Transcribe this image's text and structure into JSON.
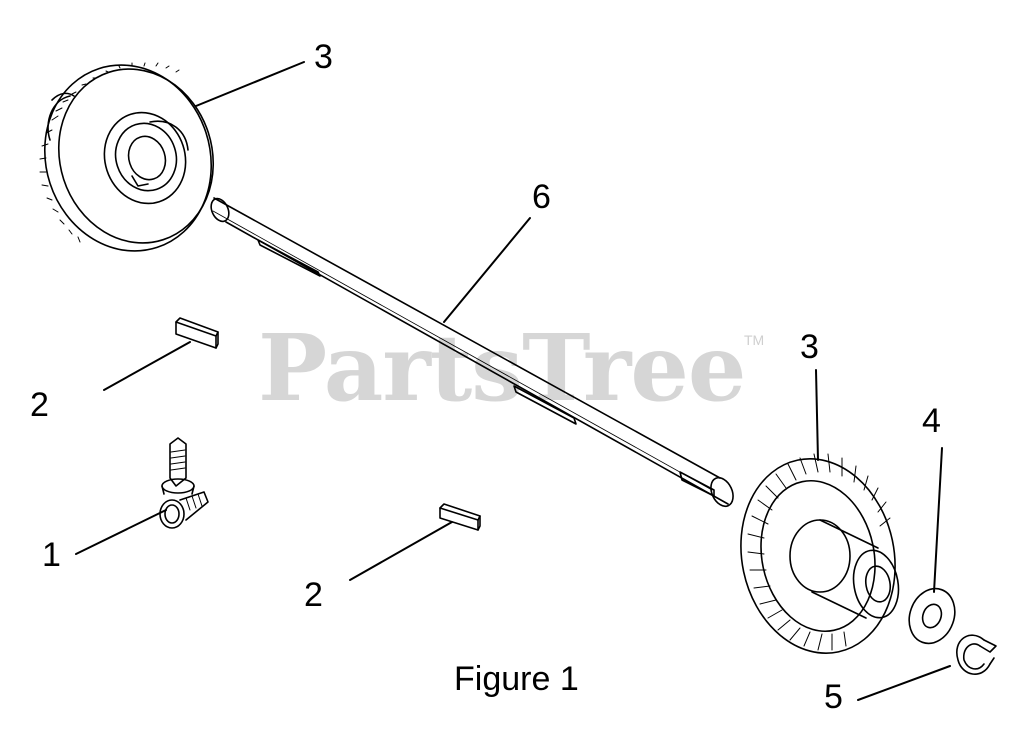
{
  "watermark": {
    "text": "PartsTree",
    "trademark": "TM"
  },
  "caption": "Figure 1",
  "callouts": {
    "gear_top": "3",
    "shaft": "6",
    "key_upper": "2",
    "screws": "1",
    "key_lower": "2",
    "gear_bevel": "3",
    "washer": "4",
    "retaining_ring": "5"
  },
  "colors": {
    "line": "#000000",
    "watermark": "#d6d6d6",
    "background": "#ffffff"
  }
}
